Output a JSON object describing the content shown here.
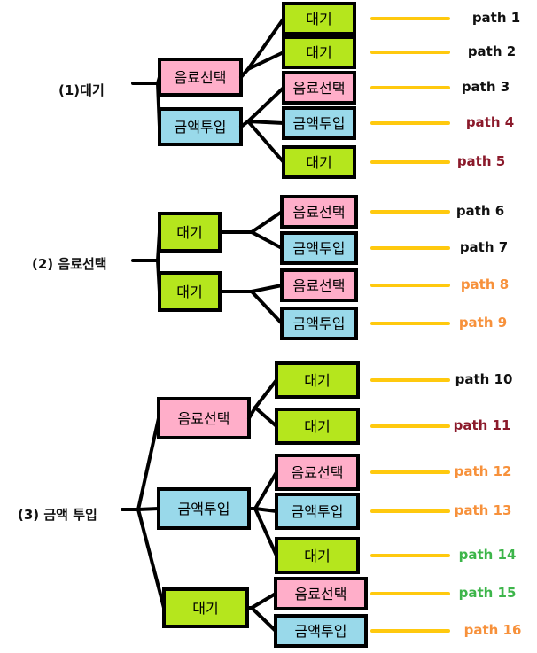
{
  "colors": {
    "wait": "#b5e61d",
    "select": "#ffaec9",
    "insert": "#99d9ea",
    "border": "#000000",
    "line": "#000000",
    "connector": "#ffc90e",
    "label_black": "#111111",
    "label_red": "#8b1a2b",
    "label_orange": "#f7913b",
    "label_green": "#3db54a"
  },
  "groups": [
    {
      "root": "(1)대기",
      "level1": [
        {
          "label": "음료선택",
          "kind": "select",
          "children": [
            {
              "label": "대기",
              "kind": "wait",
              "path": "path 1",
              "path_color": "label_black"
            },
            {
              "label": "대기",
              "kind": "wait",
              "path": "path 2",
              "path_color": "label_black"
            }
          ]
        },
        {
          "label": "금액투입",
          "kind": "insert",
          "children": [
            {
              "label": "음료선택",
              "kind": "select",
              "path": "path 3",
              "path_color": "label_black"
            },
            {
              "label": "금액투입",
              "kind": "insert",
              "path": "path 4",
              "path_color": "label_red"
            },
            {
              "label": "대기",
              "kind": "wait",
              "path": "path 5",
              "path_color": "label_red"
            }
          ]
        }
      ]
    },
    {
      "root": "(2) 음료선택",
      "level1": [
        {
          "label": "대기",
          "kind": "wait",
          "children": [
            {
              "label": "음료선택",
              "kind": "select",
              "path": "path 6",
              "path_color": "label_black"
            },
            {
              "label": "금액투입",
              "kind": "insert",
              "path": "path 7",
              "path_color": "label_black"
            }
          ]
        },
        {
          "label": "대기",
          "kind": "wait",
          "children": [
            {
              "label": "음료선택",
              "kind": "select",
              "path": "path 8",
              "path_color": "label_orange"
            },
            {
              "label": "금액투입",
              "kind": "insert",
              "path": "path 9",
              "path_color": "label_orange"
            }
          ]
        }
      ]
    },
    {
      "root": "(3) 금액 투입",
      "level1": [
        {
          "label": "음료선택",
          "kind": "select",
          "children": [
            {
              "label": "대기",
              "kind": "wait",
              "path": "path 10",
              "path_color": "label_black"
            },
            {
              "label": "대기",
              "kind": "wait",
              "path": "path 11",
              "path_color": "label_red"
            }
          ]
        },
        {
          "label": "금액투입",
          "kind": "insert",
          "children": [
            {
              "label": "음료선택",
              "kind": "select",
              "path": "path 12",
              "path_color": "label_orange"
            },
            {
              "label": "금액투입",
              "kind": "insert",
              "path": "path 13",
              "path_color": "label_orange"
            },
            {
              "label": "대기",
              "kind": "wait",
              "path": "path 14",
              "path_color": "label_green"
            }
          ]
        },
        {
          "label": "대기",
          "kind": "wait",
          "children": [
            {
              "label": "음료선택",
              "kind": "select",
              "path": "path 15",
              "path_color": "label_green"
            },
            {
              "label": "금액투입",
              "kind": "insert",
              "path": "path 16",
              "path_color": "label_orange"
            }
          ]
        }
      ]
    }
  ]
}
